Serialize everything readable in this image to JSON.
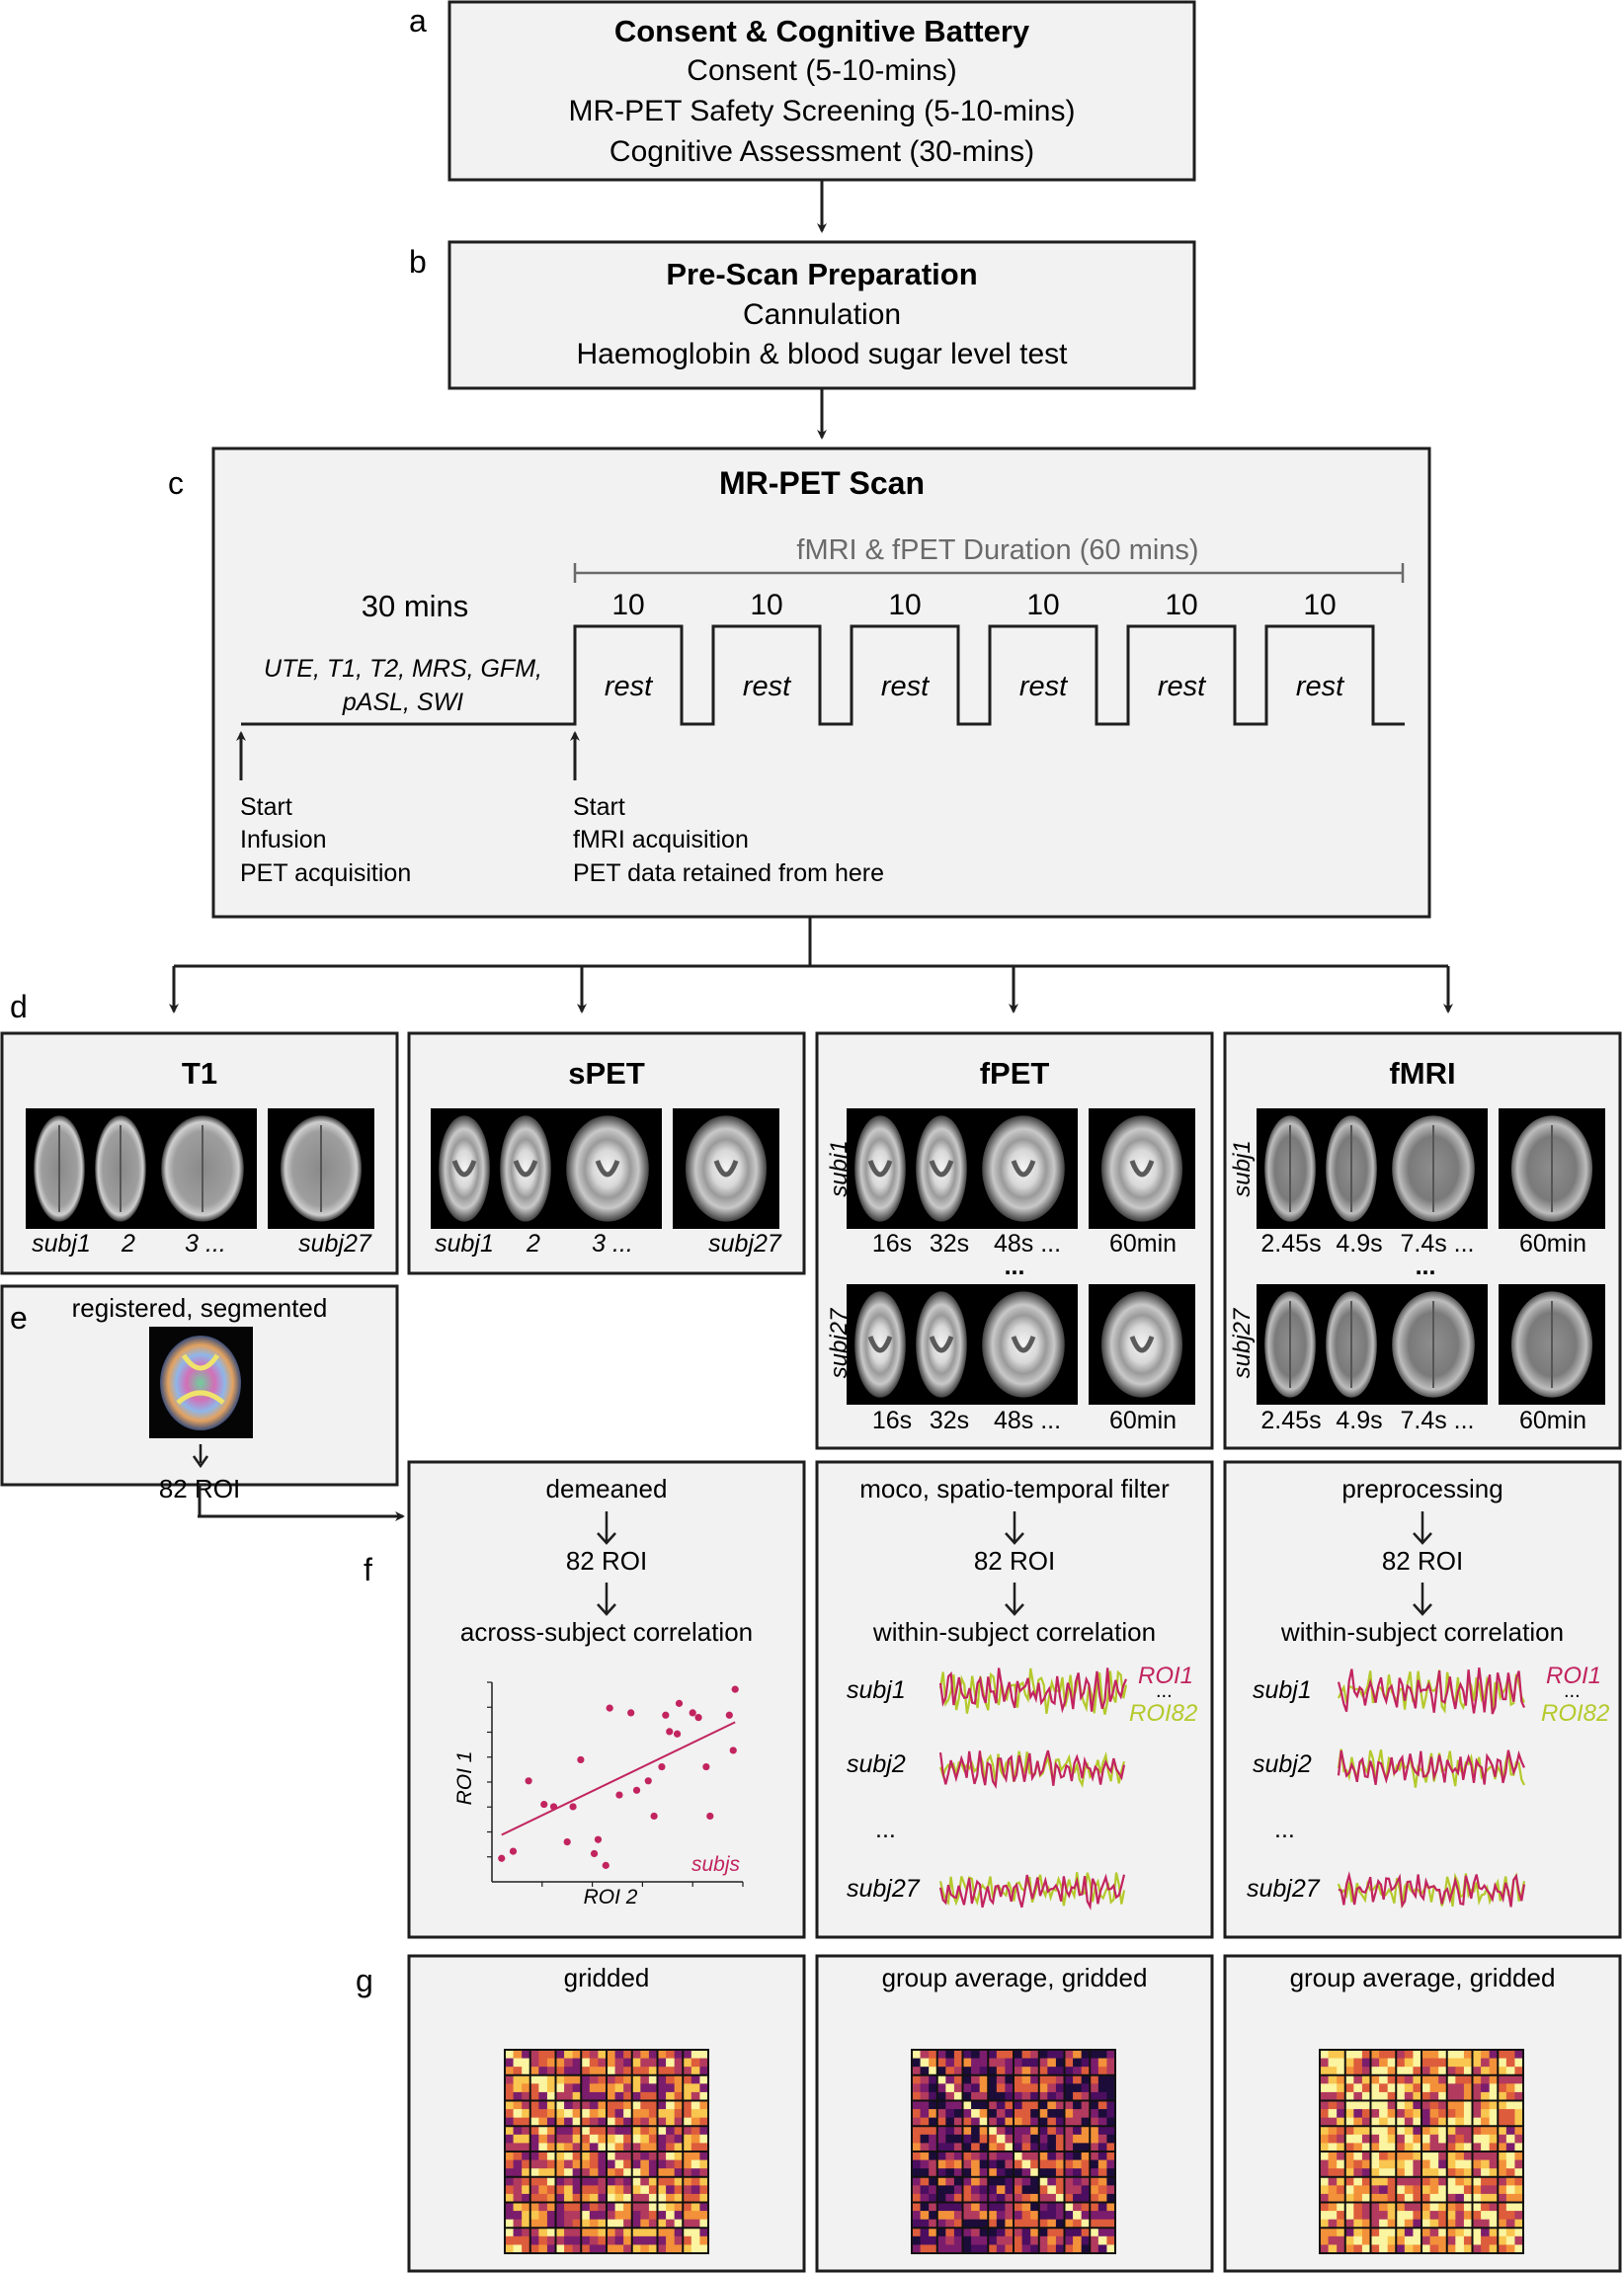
{
  "panel_letters": [
    "a",
    "b",
    "c",
    "d",
    "e",
    "f",
    "g"
  ],
  "step_a": {
    "title": "Consent & Cognitive Battery",
    "lines": [
      "Consent (5-10-mins)",
      "MR-PET Safety Screening (5-10-mins)",
      "Cognitive Assessment (30-mins)"
    ]
  },
  "step_b": {
    "title": "Pre-Scan Preparation",
    "lines": [
      "Cannulation",
      "Haemoglobin & blood sugar level test"
    ]
  },
  "step_c": {
    "title": "MR-PET Scan",
    "duration_label": "fMRI & fPET Duration (60 mins)",
    "pre_label": "30 mins",
    "sequences": [
      "UTE, T1, T2, MRS, GFM,",
      "pASL, SWI"
    ],
    "block_minutes": [
      "10",
      "10",
      "10",
      "10",
      "10",
      "10"
    ],
    "rest_labels": [
      "rest",
      "rest",
      "rest",
      "rest",
      "rest",
      "rest"
    ],
    "start1": [
      "Start",
      "Infusion",
      "PET acquisition"
    ],
    "start2": [
      "Start",
      "fMRI acquisition",
      "PET data retained from here"
    ]
  },
  "panel_d": {
    "t1": {
      "title": "T1",
      "labels": [
        "subj1",
        "2",
        "3 ...",
        "subj27"
      ]
    },
    "spet": {
      "title": "sPET",
      "labels": [
        "subj1",
        "2",
        "3 ...",
        "subj27"
      ]
    },
    "fpet": {
      "title": "fPET",
      "row_labels": [
        "subj1",
        "subj27"
      ],
      "time_labels": [
        "16s",
        "32s",
        "48s ...",
        "60min"
      ],
      "ellipsis": "..."
    },
    "fmri": {
      "title": "fMRI",
      "row_labels": [
        "subj1",
        "subj27"
      ],
      "time_labels": [
        "2.45s",
        "4.9s",
        "7.4s ...",
        "60min"
      ],
      "ellipsis": "..."
    }
  },
  "panel_e": {
    "top": "registered, segmented",
    "bottom": "82 ROI"
  },
  "panel_f": {
    "spet": {
      "steps": [
        "demeaned",
        "82 ROI",
        "across-subject correlation"
      ],
      "scatter": {
        "xlabel": "ROI 2",
        "ylabel": "ROI 1",
        "legend": "subjs"
      }
    },
    "fpet": {
      "steps": [
        "moco, spatio-temporal filter",
        "82 ROI",
        "within-subject correlation"
      ],
      "rows": [
        "subj1",
        "subj2",
        "...",
        "subj27"
      ],
      "legend": [
        "ROI1",
        "...",
        "ROI82"
      ]
    },
    "fmri": {
      "steps": [
        "preprocessing",
        "82 ROI",
        "within-subject correlation"
      ],
      "rows": [
        "subj1",
        "subj2",
        "...",
        "subj27"
      ],
      "legend": [
        "ROI1",
        "...",
        "ROI82"
      ]
    }
  },
  "panel_g": {
    "labels": [
      "gridded",
      "group average, gridded",
      "group average, gridded"
    ]
  },
  "colors": {
    "box_fill": "#f1f2f1",
    "stroke": "#1e1e1e",
    "roi1": "#c2245f",
    "roi82": "#b5c92c",
    "scatter": "#c2245f",
    "grey_text": "#6a6a6a"
  },
  "chart_data": {
    "type": "scatter",
    "xlabel": "ROI 2",
    "ylabel": "ROI 1",
    "series": [
      {
        "name": "subjs",
        "x": [
          0.5,
          1.1,
          1.9,
          2.7,
          3.2,
          3.9,
          4.6,
          5.3,
          5.5,
          5.9,
          6.1,
          6.6,
          7.2,
          7.5,
          8.1,
          8.4,
          8.8,
          9.0,
          9.2,
          9.6,
          9.7,
          10.4,
          10.7,
          11.1,
          11.3,
          12.3,
          12.6,
          12.5,
          4.2
        ],
        "y": [
          1.0,
          1.3,
          4.3,
          3.3,
          3.2,
          1.7,
          5.2,
          1.2,
          1.8,
          0.7,
          7.4,
          3.7,
          7.2,
          3.9,
          4.3,
          2.8,
          4.9,
          7.1,
          6.4,
          6.3,
          7.6,
          7.2,
          7.0,
          4.9,
          2.8,
          7.1,
          8.2,
          5.6,
          3.2
        ]
      }
    ],
    "fit_line": {
      "x": [
        0.5,
        12.6
      ],
      "y": [
        2.0,
        6.8
      ]
    }
  }
}
